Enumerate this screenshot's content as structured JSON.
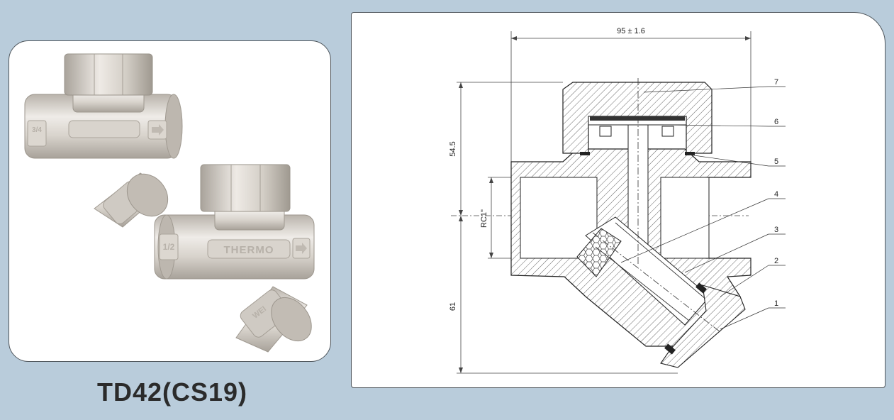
{
  "product": {
    "model": "TD42(CS19)"
  },
  "photo": {
    "size_fraction_a": "3/4",
    "size_fraction_b": "1/2",
    "brand_plate": "THERMO",
    "flow_arrow": "arrow-right-icon"
  },
  "drawing": {
    "dimensions": {
      "width": "95 ± 1.6",
      "upper_height": "54.5",
      "lower_height": "61",
      "thread": "RC1\""
    },
    "parts": {
      "p1": "1",
      "p2": "2",
      "p3": "3",
      "p4": "4",
      "p5": "5",
      "p6": "6",
      "p7": "7"
    }
  },
  "colors": {
    "background": "#b9ccdb",
    "panel": "#ffffff",
    "title": "#2b2b2b",
    "line": "#333333",
    "metal": "#c9c4bd"
  }
}
